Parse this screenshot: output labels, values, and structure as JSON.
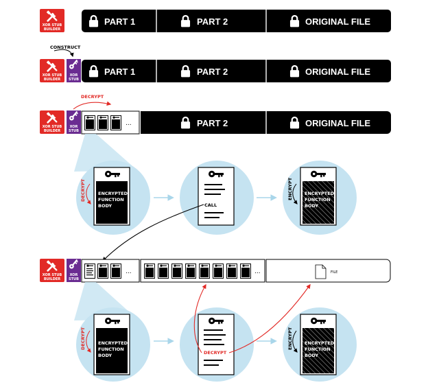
{
  "segments": {
    "part1": "PART 1",
    "part2": "PART 2",
    "original": "ORIGINAL FILE",
    "file": "FILE",
    "dots": "..."
  },
  "builder": {
    "line1": "XOR STUB",
    "line2": "BUILDER"
  },
  "stub": {
    "line1": "XOR",
    "line2": "STUB"
  },
  "annotations": {
    "construct": "CONSTRUCT",
    "decrypt": "DECRYPT",
    "encrypt": "ENCRYPT",
    "call": "CALL"
  },
  "card": {
    "line1": "ENCRYPTED",
    "line2": "FUNCTION",
    "line3": "BODY"
  },
  "colors": {
    "bar": "#000000",
    "builder": "#e22a26",
    "stub": "#6a2c91",
    "circle": "#c5e3f1",
    "arrow_light": "#a9d6ea",
    "accent_red": "#e22a26"
  }
}
